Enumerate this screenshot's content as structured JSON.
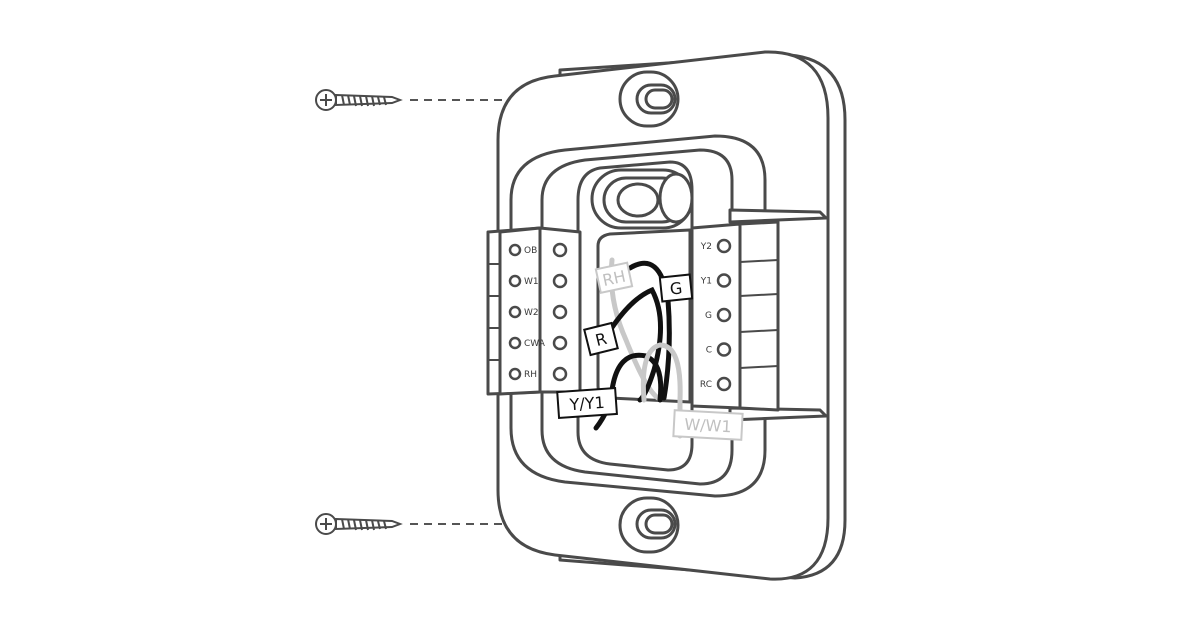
{
  "left_terminals": [
    "OB",
    "W1",
    "W2",
    "CWA",
    "RH"
  ],
  "right_terminals": [
    "Y2",
    "Y1",
    "G",
    "C",
    "RC"
  ],
  "wire_tags": {
    "rh": "RH",
    "g": "G",
    "r": "R",
    "yy1": "Y/Y1",
    "ww1": "W/W1"
  }
}
